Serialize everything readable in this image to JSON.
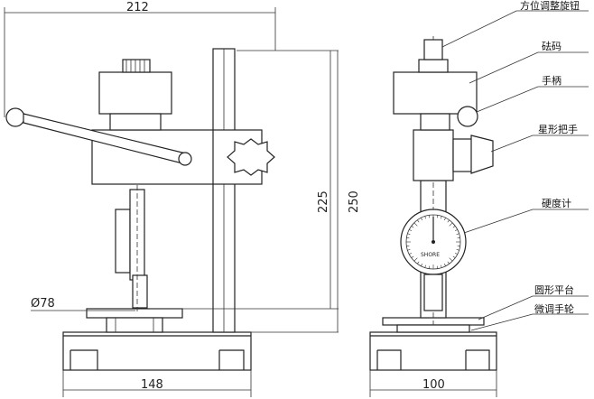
{
  "dimensions": {
    "top_width": "212",
    "height_225": "225",
    "height_250": "250",
    "plate_diameter": "Ø78",
    "base_width": "148",
    "side_base_width": "100"
  },
  "labels": [
    "方位调整旋钮",
    "砝码",
    "手柄",
    "星形把手",
    "硬度计",
    "圆形平台",
    "微调手轮"
  ],
  "gauge_text": "SHORE"
}
